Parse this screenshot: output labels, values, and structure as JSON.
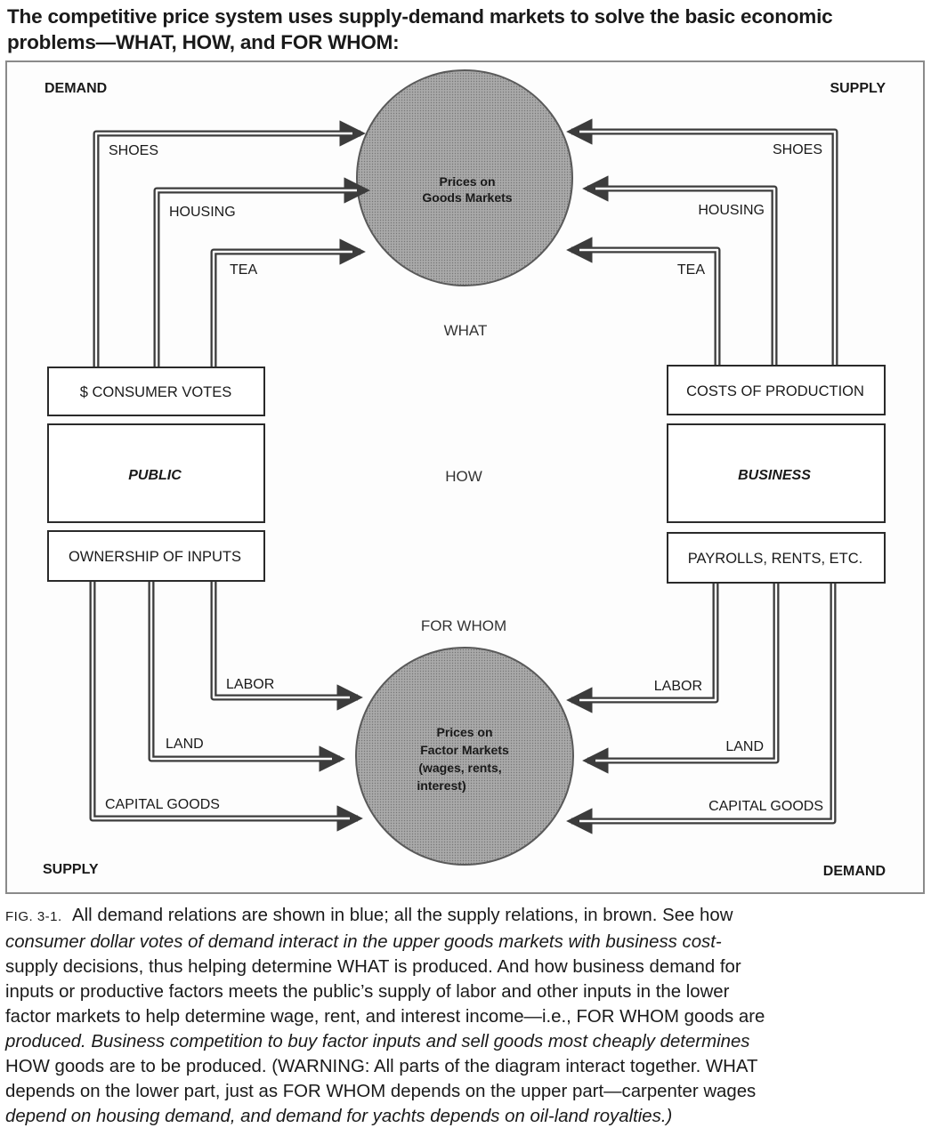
{
  "heading": {
    "line1": "The competitive price system uses supply-demand markets to solve the basic economic",
    "line2": "problems—WHAT, HOW, and FOR WHOM:"
  },
  "diagram": {
    "corners": {
      "top_left": "DEMAND",
      "top_right": "SUPPLY",
      "bottom_left": "SUPPLY",
      "bottom_right": "DEMAND"
    },
    "goods_market": {
      "line1": "Prices on",
      "line2": "Goods Markets"
    },
    "factor_market": {
      "line1": "Prices on",
      "line2": "Factor Markets",
      "line3": "(wages, rents,",
      "line4": "interest)"
    },
    "questions": {
      "what": "WHAT",
      "how": "HOW",
      "for_whom": "FOR WHOM"
    },
    "public": {
      "top": "$ CONSUMER VOTES",
      "middle": "PUBLIC",
      "bottom": "OWNERSHIP OF INPUTS"
    },
    "business": {
      "top": "COSTS OF PRODUCTION",
      "middle": "BUSINESS",
      "bottom": "PAYROLLS, RENTS, ETC."
    },
    "left_goods": [
      "SHOES",
      "HOUSING",
      "TEA"
    ],
    "right_goods": [
      "SHOES",
      "HOUSING",
      "TEA"
    ],
    "left_factors": [
      "LABOR",
      "LAND",
      "CAPITAL GOODS"
    ],
    "right_factors": [
      "LABOR",
      "LAND",
      "CAPITAL GOODS"
    ]
  },
  "caption": {
    "fig_label": "FIG. 3-1.",
    "l1": "All demand relations are shown in blue; all the supply relations, in brown. See how",
    "l2": "consumer dollar votes of demand interact in the upper goods markets with business cost-",
    "l3": "supply decisions, thus helping determine WHAT is produced. And how business demand for",
    "l4": "inputs or productive factors meets the public’s supply of labor and other inputs in the lower",
    "l5": "factor markets to help determine wage, rent, and interest income—i.e., FOR WHOM goods are",
    "l6": "produced. Business competition to buy factor inputs and sell goods most cheaply determines",
    "l7": "HOW goods are to be produced. (WARNING: All parts of the diagram interact together. WHAT",
    "l8": "depends on the lower part, just as FOR WHOM depends on the upper part—carpenter wages",
    "l9": "depend on housing demand, and demand for yachts depends on oil-land royalties.)"
  }
}
